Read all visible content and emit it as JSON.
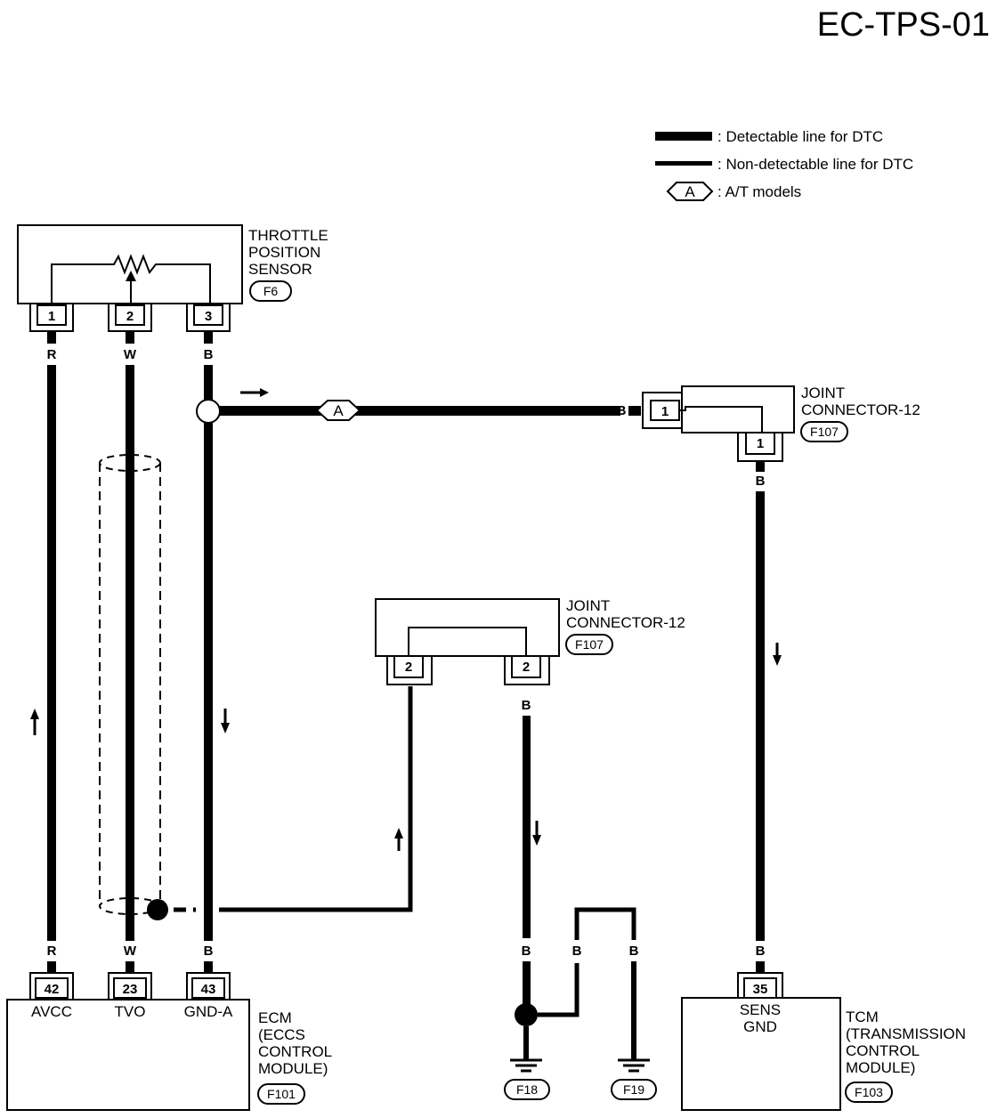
{
  "page_title": "EC-TPS-01",
  "legend": {
    "detectable": ": Detectable line for DTC",
    "non_detectable": ": Non-detectable line for DTC",
    "at_badge": "A",
    "at_models": ": A/T models"
  },
  "tps": {
    "name_lines": [
      "THROTTLE",
      "POSITION",
      "SENSOR"
    ],
    "connector": "F6",
    "pins": [
      "1",
      "2",
      "3"
    ],
    "wire_colors": [
      "R",
      "W",
      "B"
    ]
  },
  "route_badge": "A",
  "joint_top": {
    "name_lines": [
      "JOINT",
      "CONNECTOR-12"
    ],
    "connector": "F107",
    "side_pin": "1",
    "side_wire": "B",
    "bottom_pin": "1",
    "bottom_wire": "B"
  },
  "joint_mid": {
    "name_lines": [
      "JOINT",
      "CONNECTOR-12"
    ],
    "connector": "F107",
    "pins": [
      "2",
      "2"
    ],
    "wire": "B"
  },
  "ecm": {
    "name_lines": [
      "ECM",
      "(ECCS",
      "CONTROL",
      "MODULE)"
    ],
    "connector": "F101",
    "pins": [
      "42",
      "23",
      "43"
    ],
    "terminals": [
      "AVCC",
      "TVO",
      "GND-A"
    ],
    "wire_colors": [
      "R",
      "W",
      "B"
    ]
  },
  "grounds": {
    "wires": [
      "B",
      "B",
      "B"
    ],
    "connectors": [
      "F18",
      "F19"
    ]
  },
  "tcm": {
    "name_lines": [
      "TCM",
      "(TRANSMISSION",
      "CONTROL",
      "MODULE)"
    ],
    "connector": "F103",
    "pin": "35",
    "terminal_lines": [
      "SENS",
      "GND"
    ],
    "wire": "B"
  }
}
